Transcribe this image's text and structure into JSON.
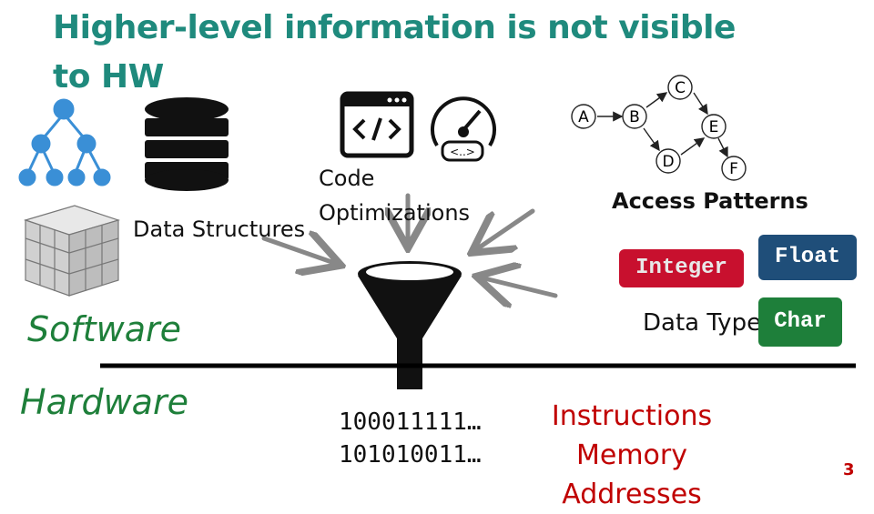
{
  "slide": {
    "title_line1": "Higher-level information is not visible",
    "title_line2": "to HW",
    "code_line1": "Code",
    "code_line2": "Optimizations",
    "data_structures": "Data Structures",
    "access_patterns": "Access Patterns",
    "software": "Software",
    "hardware": "Hardware",
    "data_type": "Data Type",
    "badges": {
      "integer": "Integer",
      "float": "Float",
      "char": "Char"
    },
    "bits_line1": "100011111…",
    "bits_line2": "101010011…",
    "instructions": "Instructions",
    "memory": "Memory",
    "addresses": "Addresses",
    "page_number": "3",
    "graph_nodes": [
      "A",
      "B",
      "C",
      "D",
      "E",
      "F"
    ]
  },
  "colors": {
    "title": "#1f8a7d",
    "software_hardware": "#1e7f3a",
    "red_text": "#c00000",
    "integer_badge": "#c8102e",
    "float_badge": "#1f4e79",
    "char_badge": "#1e7f3a",
    "icon_blue": "#3a8fd6"
  },
  "icons": [
    "hierarchy-icon",
    "database-icon",
    "cube-grid-icon",
    "code-window-icon",
    "gauge-icon",
    "graph-icon",
    "funnel-icon"
  ]
}
